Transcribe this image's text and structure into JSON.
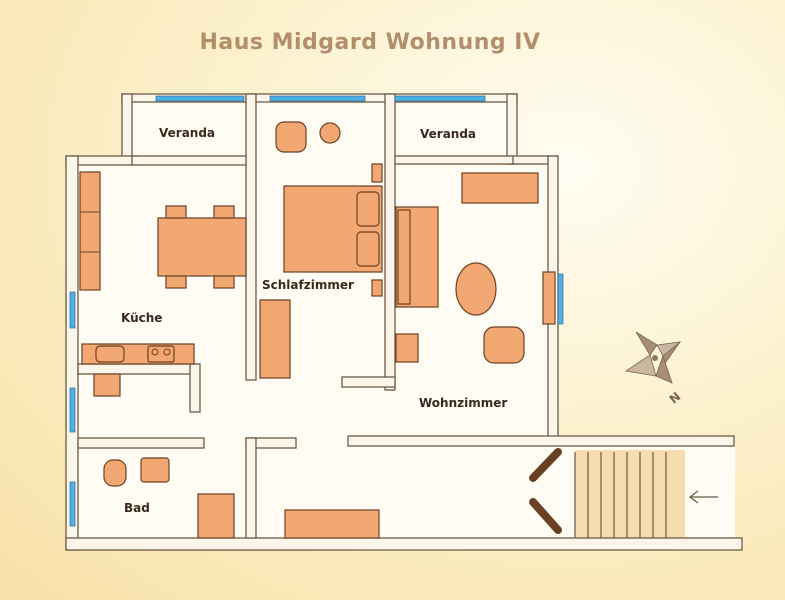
{
  "title": "Haus Midgard Wohnung IV",
  "rooms": {
    "veranda_left": "Veranda",
    "veranda_right": "Veranda",
    "kueche": "Küche",
    "schlafzimmer": "Schlafzimmer",
    "wohnzimmer": "Wohnzimmer",
    "bad": "Bad"
  },
  "compass": {
    "north_label": "N"
  },
  "colors": {
    "furniture": "#f3a873",
    "wall": "#fbf6e9",
    "window": "#4fb0e4",
    "title": "#b38e6a"
  }
}
